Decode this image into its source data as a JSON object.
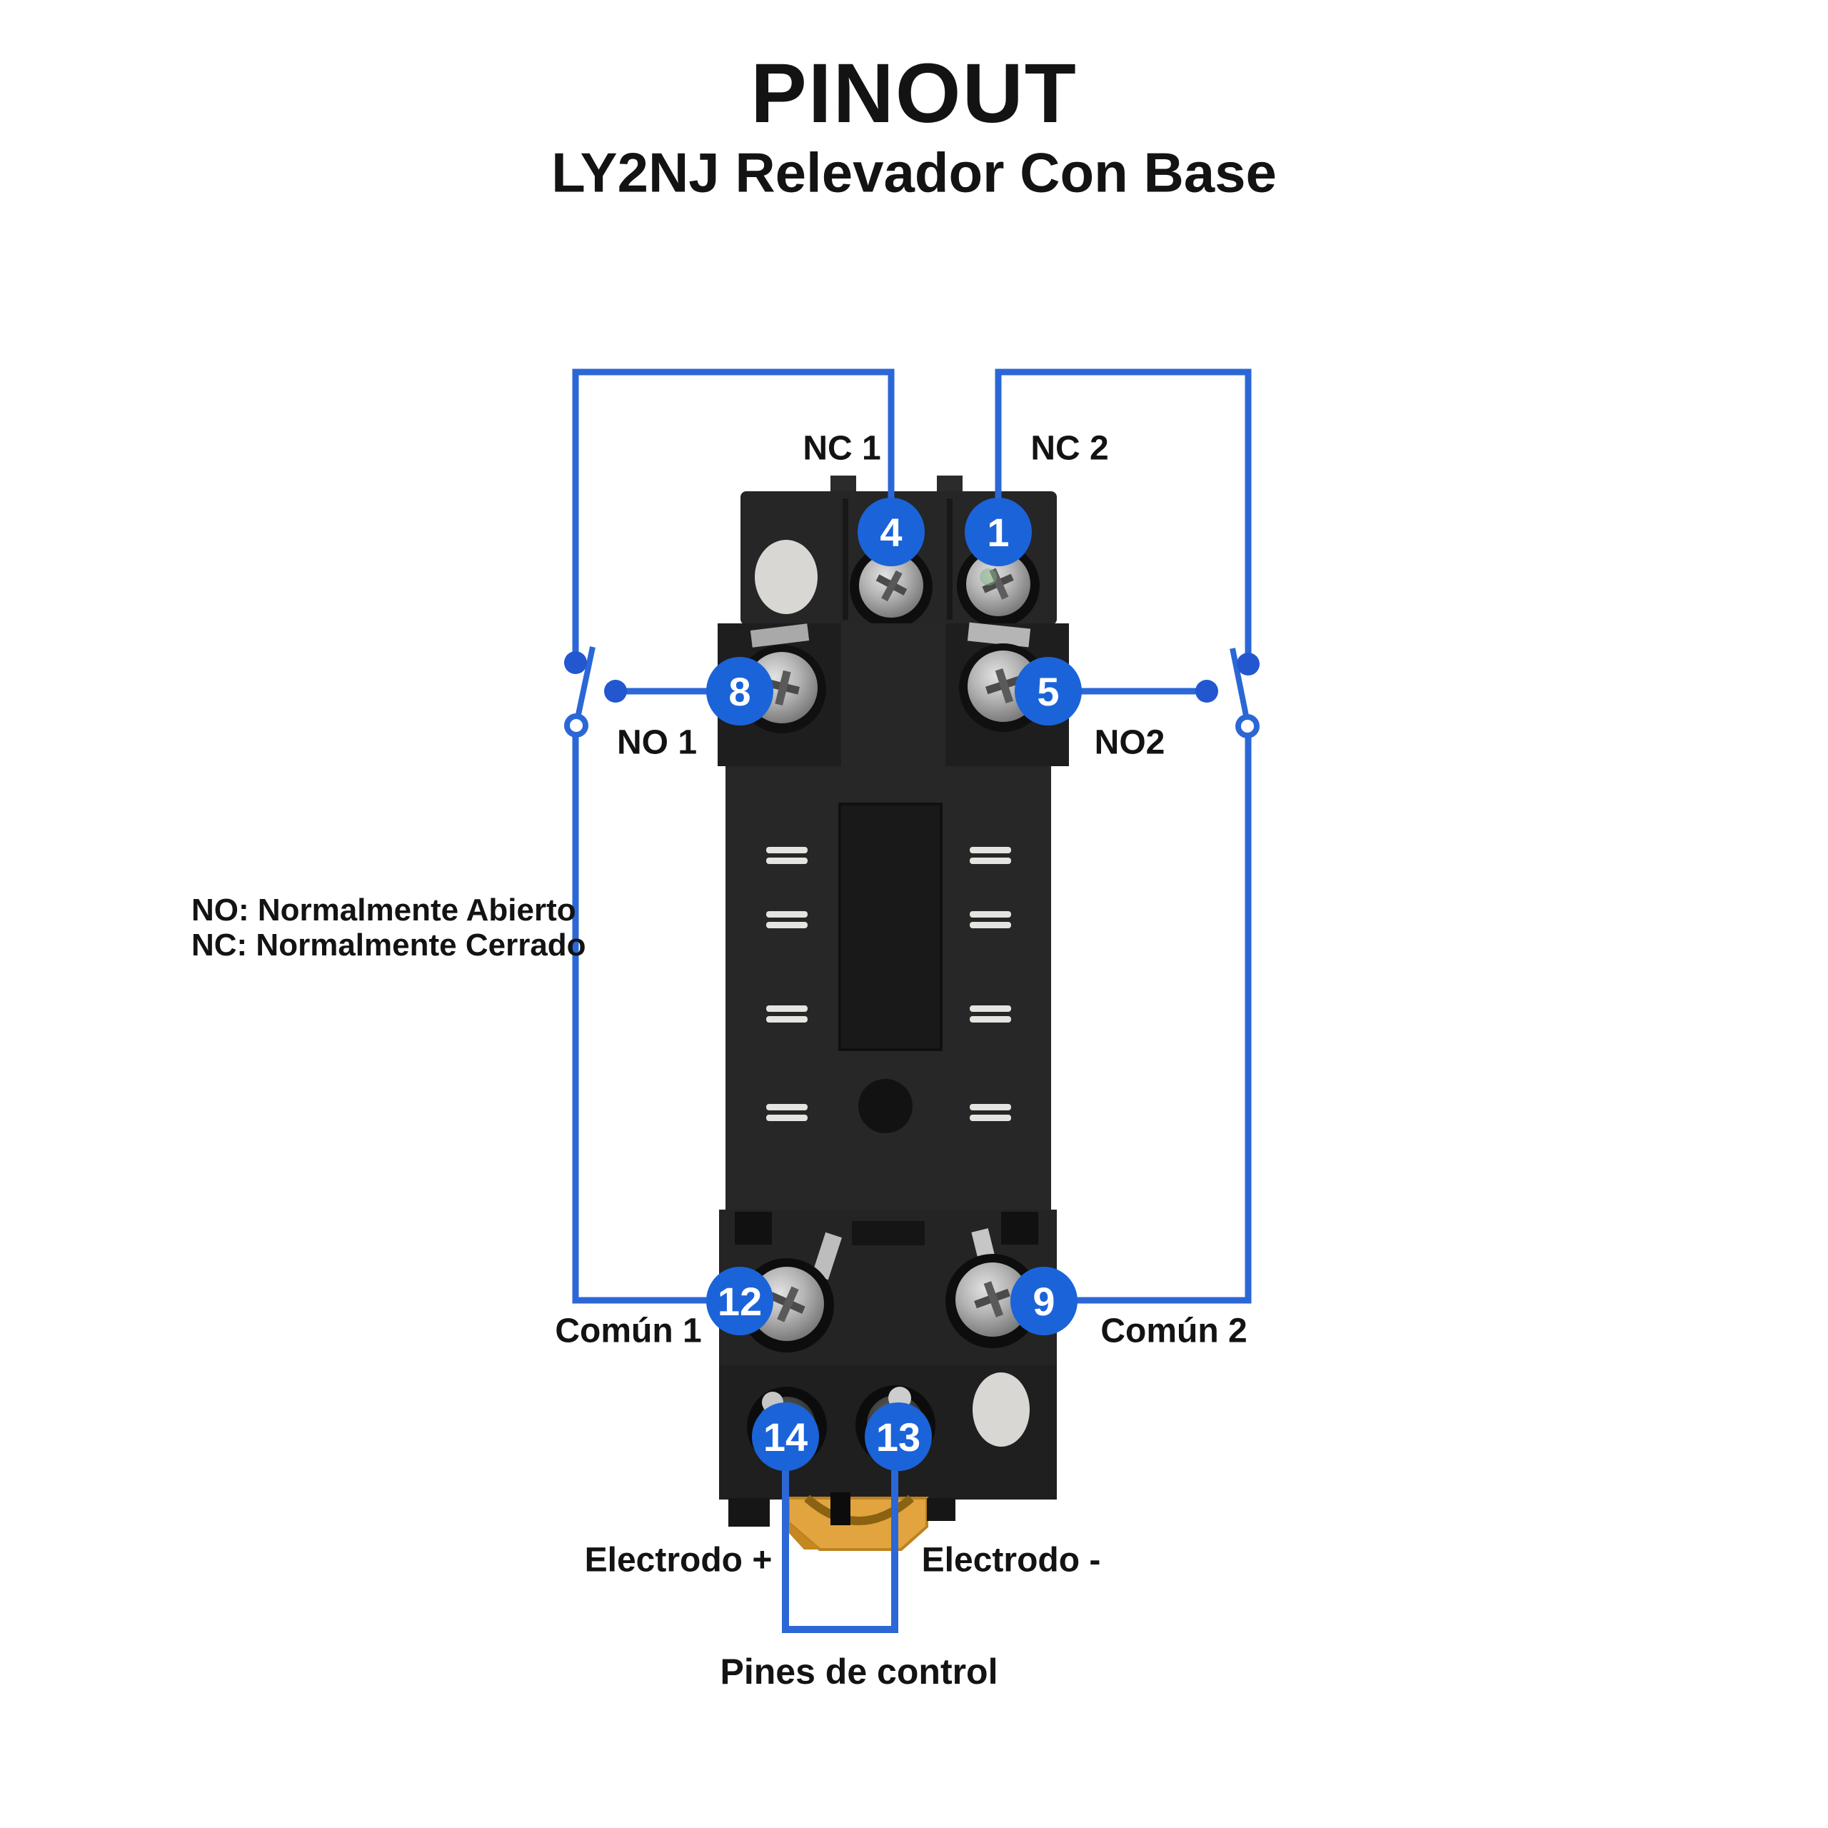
{
  "header": {
    "title": "PINOUT",
    "subtitle": "LY2NJ Relevador Con Base"
  },
  "legend": {
    "no_line": "NO: Normalmente Abierto",
    "nc_line": "NC: Normalmente Cerrado"
  },
  "pins": {
    "nc1": {
      "label": "NC 1",
      "number": "4"
    },
    "nc2": {
      "label": "NC 2",
      "number": "1"
    },
    "no1": {
      "label": "NO 1",
      "number": "8"
    },
    "no2": {
      "label": "NO2",
      "number": "5"
    },
    "comun1": {
      "label": "Común 1",
      "number": "12"
    },
    "comun2": {
      "label": "Común 2",
      "number": "9"
    },
    "electrodo_pos": {
      "label": "Electrodo +",
      "number": "14"
    },
    "electrodo_neg": {
      "label": "Electrodo -",
      "number": "13"
    }
  },
  "control": {
    "label": "Pines de control"
  },
  "colors": {
    "wire_blue": "#2b67d6",
    "badge_blue": "#1b63d9",
    "relay_body": "#242424",
    "clip_orange": "#e2a43e",
    "socket_slot": "#e4e4e0",
    "mount_hole": "#d8d7d3"
  }
}
